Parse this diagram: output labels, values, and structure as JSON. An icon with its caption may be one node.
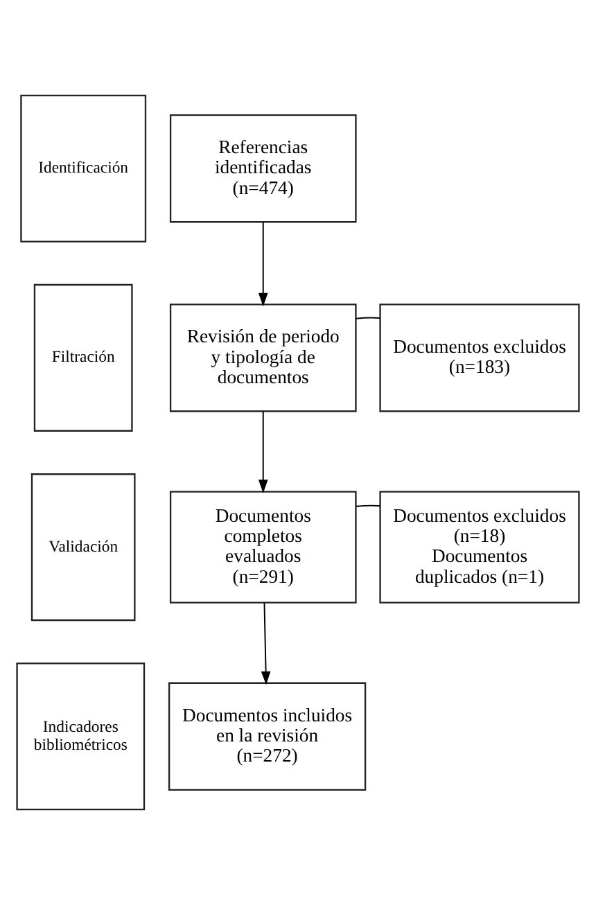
{
  "diagram": {
    "nodes": [
      {
        "text": [
          "Identificación"
        ]
      },
      {
        "text": [
          "Referencias identificadas",
          "(n=474)"
        ]
      },
      {
        "text": [
          "Filtración"
        ]
      },
      {
        "text": [
          "Revisión de periodo y tipología de documentos"
        ]
      },
      {
        "text": [
          "Documentos excluidos (n=183)"
        ]
      },
      {
        "text": [
          "Validación"
        ]
      },
      {
        "text": [
          "Documentos completos evaluados",
          "(n=291)"
        ]
      },
      {
        "text": [
          "Documentos excluidos (n=18)",
          "Documentos duplicados (n=1)"
        ]
      },
      {
        "text": [
          "Indicadores bibliométricos"
        ]
      },
      {
        "text": [
          "Documentos incluidos en la revisión (n=272)"
        ]
      }
    ],
    "edges": [
      {
        "from": 1,
        "to": 3,
        "arrow": "to"
      },
      {
        "from": 3,
        "to": 4,
        "arrow": "none"
      },
      {
        "from": 3,
        "to": 6,
        "arrow": "to"
      },
      {
        "from": 6,
        "to": 7,
        "arrow": "none"
      },
      {
        "from": 6,
        "to": 9,
        "arrow": "to"
      }
    ]
  }
}
